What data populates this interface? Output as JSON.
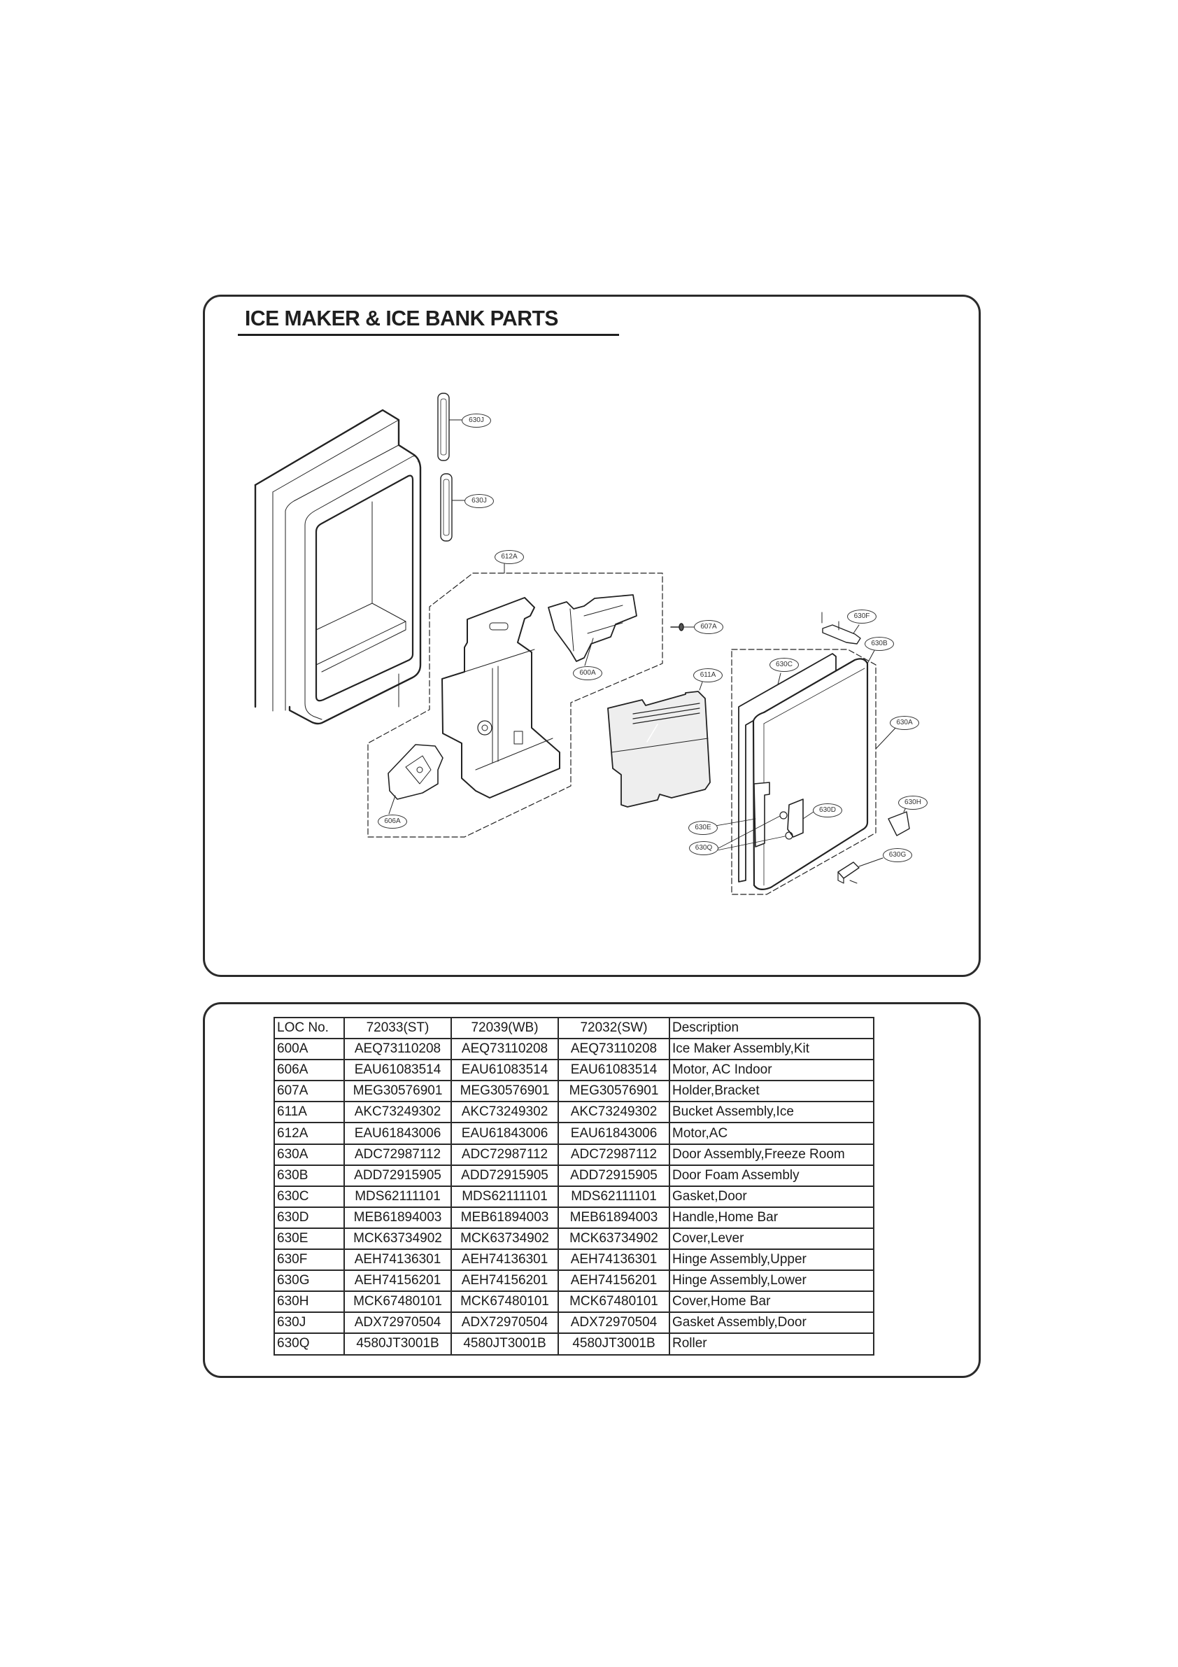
{
  "header": {
    "title": "ICE MAKER & ICE BANK PARTS"
  },
  "diagram": {
    "callouts": [
      {
        "id": "630J",
        "label": "630J"
      },
      {
        "id": "630J-2",
        "label": "630J"
      },
      {
        "id": "612A",
        "label": "612A"
      },
      {
        "id": "607A",
        "label": "607A"
      },
      {
        "id": "600A",
        "label": "600A"
      },
      {
        "id": "611A",
        "label": "611A"
      },
      {
        "id": "630F",
        "label": "630F"
      },
      {
        "id": "630B",
        "label": "630B"
      },
      {
        "id": "630C",
        "label": "630C"
      },
      {
        "id": "630A",
        "label": "630A"
      },
      {
        "id": "630H",
        "label": "630H"
      },
      {
        "id": "630D",
        "label": "630D"
      },
      {
        "id": "630E",
        "label": "630E"
      },
      {
        "id": "630Q",
        "label": "630Q"
      },
      {
        "id": "630G",
        "label": "630G"
      },
      {
        "id": "606A",
        "label": "606A"
      }
    ]
  },
  "parts_table": {
    "headers": [
      "LOC No.",
      "72033(ST)",
      "72039(WB)",
      "72032(SW)",
      "Description"
    ],
    "rows": [
      [
        "600A",
        "AEQ73110208",
        "AEQ73110208",
        "AEQ73110208",
        "Ice Maker Assembly,Kit"
      ],
      [
        "606A",
        "EAU61083514",
        "EAU61083514",
        "EAU61083514",
        "Motor, AC Indoor"
      ],
      [
        "607A",
        "MEG30576901",
        "MEG30576901",
        "MEG30576901",
        "Holder,Bracket"
      ],
      [
        "611A",
        "AKC73249302",
        "AKC73249302",
        "AKC73249302",
        "Bucket Assembly,Ice"
      ],
      [
        "612A",
        "EAU61843006",
        "EAU61843006",
        "EAU61843006",
        "Motor,AC"
      ],
      [
        "630A",
        "ADC72987112",
        "ADC72987112",
        "ADC72987112",
        "Door Assembly,Freeze Room"
      ],
      [
        "630B",
        "ADD72915905",
        "ADD72915905",
        "ADD72915905",
        "Door Foam Assembly"
      ],
      [
        "630C",
        "MDS62111101",
        "MDS62111101",
        "MDS62111101",
        "Gasket,Door"
      ],
      [
        "630D",
        "MEB61894003",
        "MEB61894003",
        "MEB61894003",
        "Handle,Home Bar"
      ],
      [
        "630E",
        "MCK63734902",
        "MCK63734902",
        "MCK63734902",
        "Cover,Lever"
      ],
      [
        "630F",
        "AEH74136301",
        "AEH74136301",
        "AEH74136301",
        "Hinge Assembly,Upper"
      ],
      [
        "630G",
        "AEH74156201",
        "AEH74156201",
        "AEH74156201",
        "Hinge Assembly,Lower"
      ],
      [
        "630H",
        "MCK67480101",
        "MCK67480101",
        "MCK67480101",
        "Cover,Home Bar"
      ],
      [
        "630J",
        "ADX72970504",
        "ADX72970504",
        "ADX72970504",
        "Gasket Assembly,Door"
      ],
      [
        "630Q",
        "4580JT3001B",
        "4580JT3001B",
        "4580JT3001B",
        "Roller"
      ]
    ]
  }
}
